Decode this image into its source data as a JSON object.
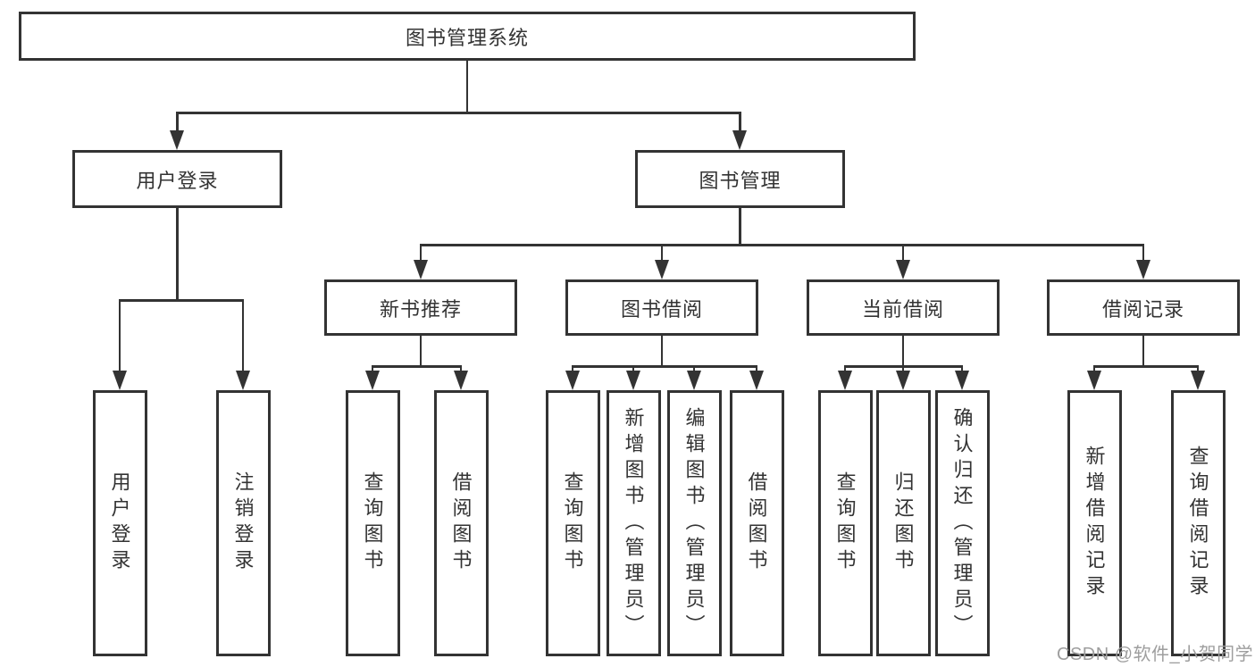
{
  "colors": {
    "line": "#333333",
    "text": "#333333",
    "box_background": "#ffffff",
    "page_background": "#ffffff",
    "watermark": "#9e9e9e"
  },
  "watermark": {
    "text": "CSDN @软件_小贺同学"
  },
  "tree": {
    "label": "图书管理系统",
    "children": [
      {
        "label": "用户登录",
        "children": [
          {
            "label": "用户登录"
          },
          {
            "label": "注销登录"
          }
        ]
      },
      {
        "label": "图书管理",
        "children": [
          {
            "label": "新书推荐",
            "children": [
              {
                "label": "查询图书"
              },
              {
                "label": "借阅图书"
              }
            ]
          },
          {
            "label": "图书借阅",
            "children": [
              {
                "label": "查询图书"
              },
              {
                "label": "新增图书（管理员）"
              },
              {
                "label": "编辑图书（管理员）"
              },
              {
                "label": "借阅图书"
              }
            ]
          },
          {
            "label": "当前借阅",
            "children": [
              {
                "label": "查询图书"
              },
              {
                "label": "归还图书"
              },
              {
                "label": "确认归还（管理员）"
              }
            ]
          },
          {
            "label": "借阅记录",
            "children": [
              {
                "label": "新增借阅记录"
              },
              {
                "label": "查询借阅记录"
              }
            ]
          }
        ]
      }
    ]
  }
}
